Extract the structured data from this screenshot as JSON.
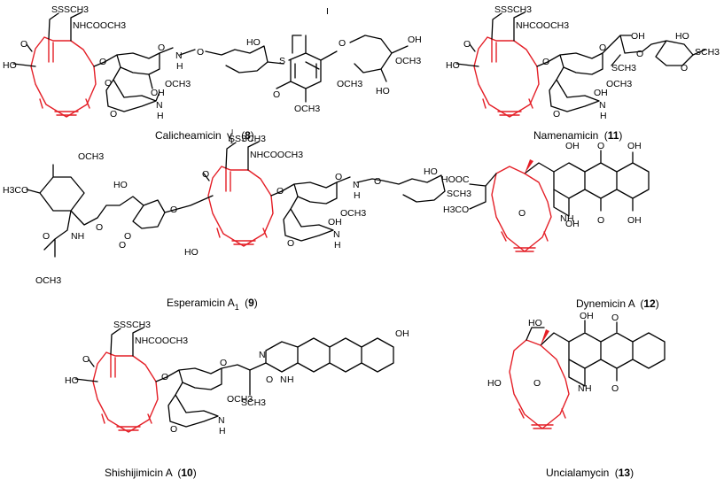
{
  "compounds": [
    {
      "name": "Calicheamicin",
      "name_suffix": "γ",
      "superscript": "I",
      "subscript": "1",
      "number": "8",
      "labels": [
        "SSSCH3",
        "NHCOOCH3",
        "O",
        "HO",
        "O",
        "O",
        "OH",
        "O",
        "N",
        "H",
        "O",
        "HO",
        "S",
        "O",
        "I",
        "O",
        "OH",
        "OCH3",
        "HO",
        "OCH3",
        "OCH3",
        "O",
        "OCH3",
        "N",
        "H"
      ]
    },
    {
      "name": "Namenamicin",
      "number": "11",
      "labels": [
        "SSSCH3",
        "NHCOOCH3",
        "O",
        "HO",
        "O",
        "O",
        "OH",
        "OH",
        "O",
        "O",
        "HO",
        "SCH3",
        "SCH3",
        "O",
        "OCH3",
        "N",
        "H"
      ]
    },
    {
      "name": "Esperamicin A",
      "name_subscript": "1",
      "number": "9",
      "labels": [
        "OCH3",
        "H3CO",
        "O",
        "HO",
        "O",
        "O",
        "O",
        "NH",
        "O",
        "OCH3",
        "SSSCH3",
        "NHCOOCH3",
        "O",
        "HO",
        "O",
        "O",
        "OH",
        "N",
        "H",
        "O",
        "HO",
        "SCH3",
        "O",
        "OCH3",
        "N",
        "H"
      ]
    },
    {
      "name": "Dynemicin A",
      "number": "12",
      "labels": [
        "OH",
        "O",
        "OH",
        "HOOC",
        "H3CO",
        "O",
        "N",
        "H",
        "OH",
        "O",
        "OH"
      ]
    },
    {
      "name": "Shishijimicin A",
      "number": "10",
      "labels": [
        "SSSCH3",
        "NHCOOCH3",
        "O",
        "HO",
        "O",
        "O",
        "N",
        "N",
        "H",
        "OH",
        "O",
        "SCH3",
        "O",
        "OCH3",
        "N",
        "H"
      ]
    },
    {
      "name": "Uncialamycin",
      "number": "13",
      "labels": [
        "OH",
        "O",
        "HO",
        "HO",
        "O",
        "N",
        "H",
        "O"
      ]
    }
  ]
}
